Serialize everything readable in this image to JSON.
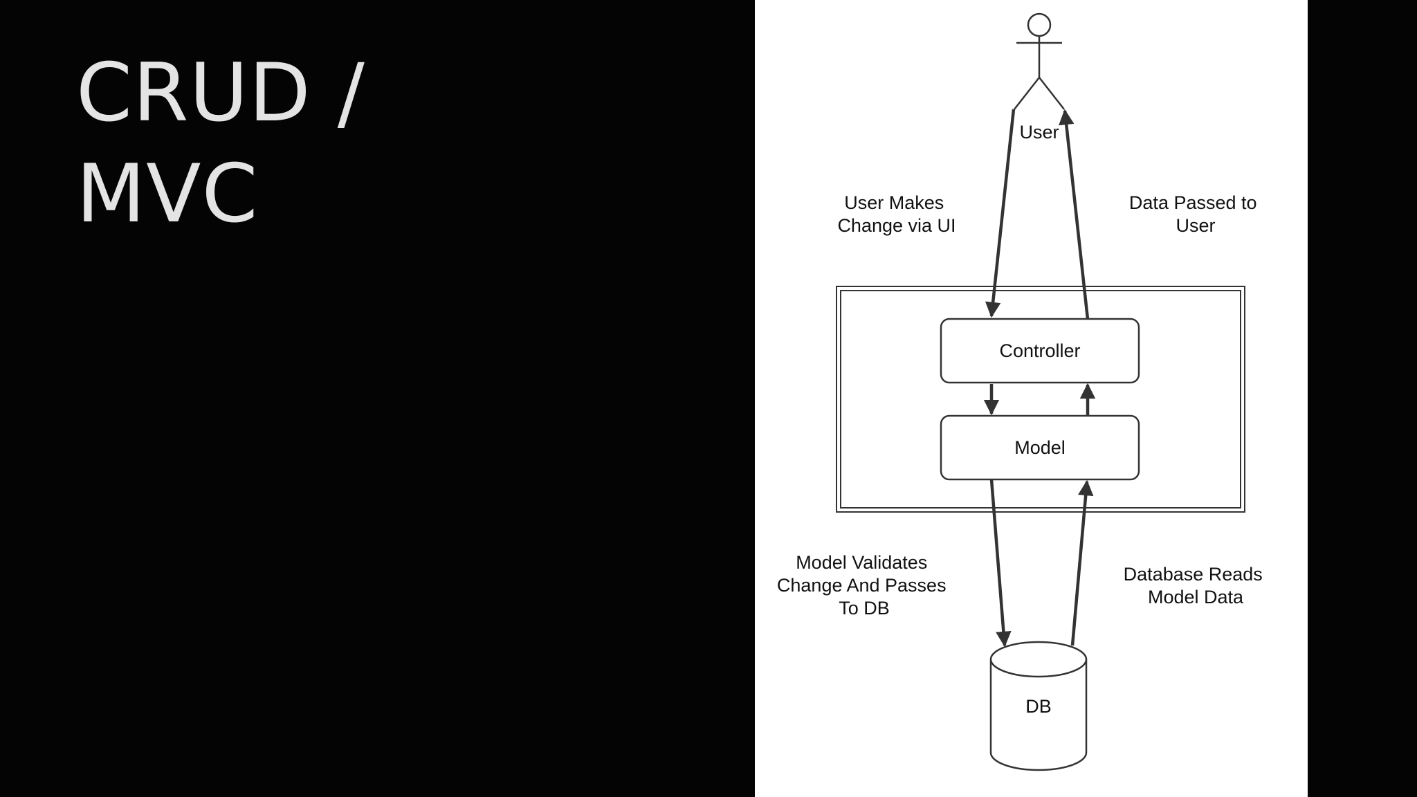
{
  "slide": {
    "title_line1": "CRUD /",
    "title_line2": "MVC"
  },
  "diagram": {
    "actor_label": "User",
    "controller_label": "Controller",
    "model_label": "Model",
    "db_label": "DB",
    "edge_user_to_controller": [
      "User Makes",
      "Change via UI"
    ],
    "edge_controller_to_user": [
      "Data Passed to",
      "User"
    ],
    "edge_model_to_db": [
      "Model Validates",
      "Change And Passes",
      "To DB"
    ],
    "edge_db_to_model": [
      "Database Reads",
      "Model Data"
    ]
  },
  "colors": {
    "background": "#040404",
    "panel": "#ffffff",
    "title": "#e4e4e4",
    "stroke": "#333333"
  }
}
